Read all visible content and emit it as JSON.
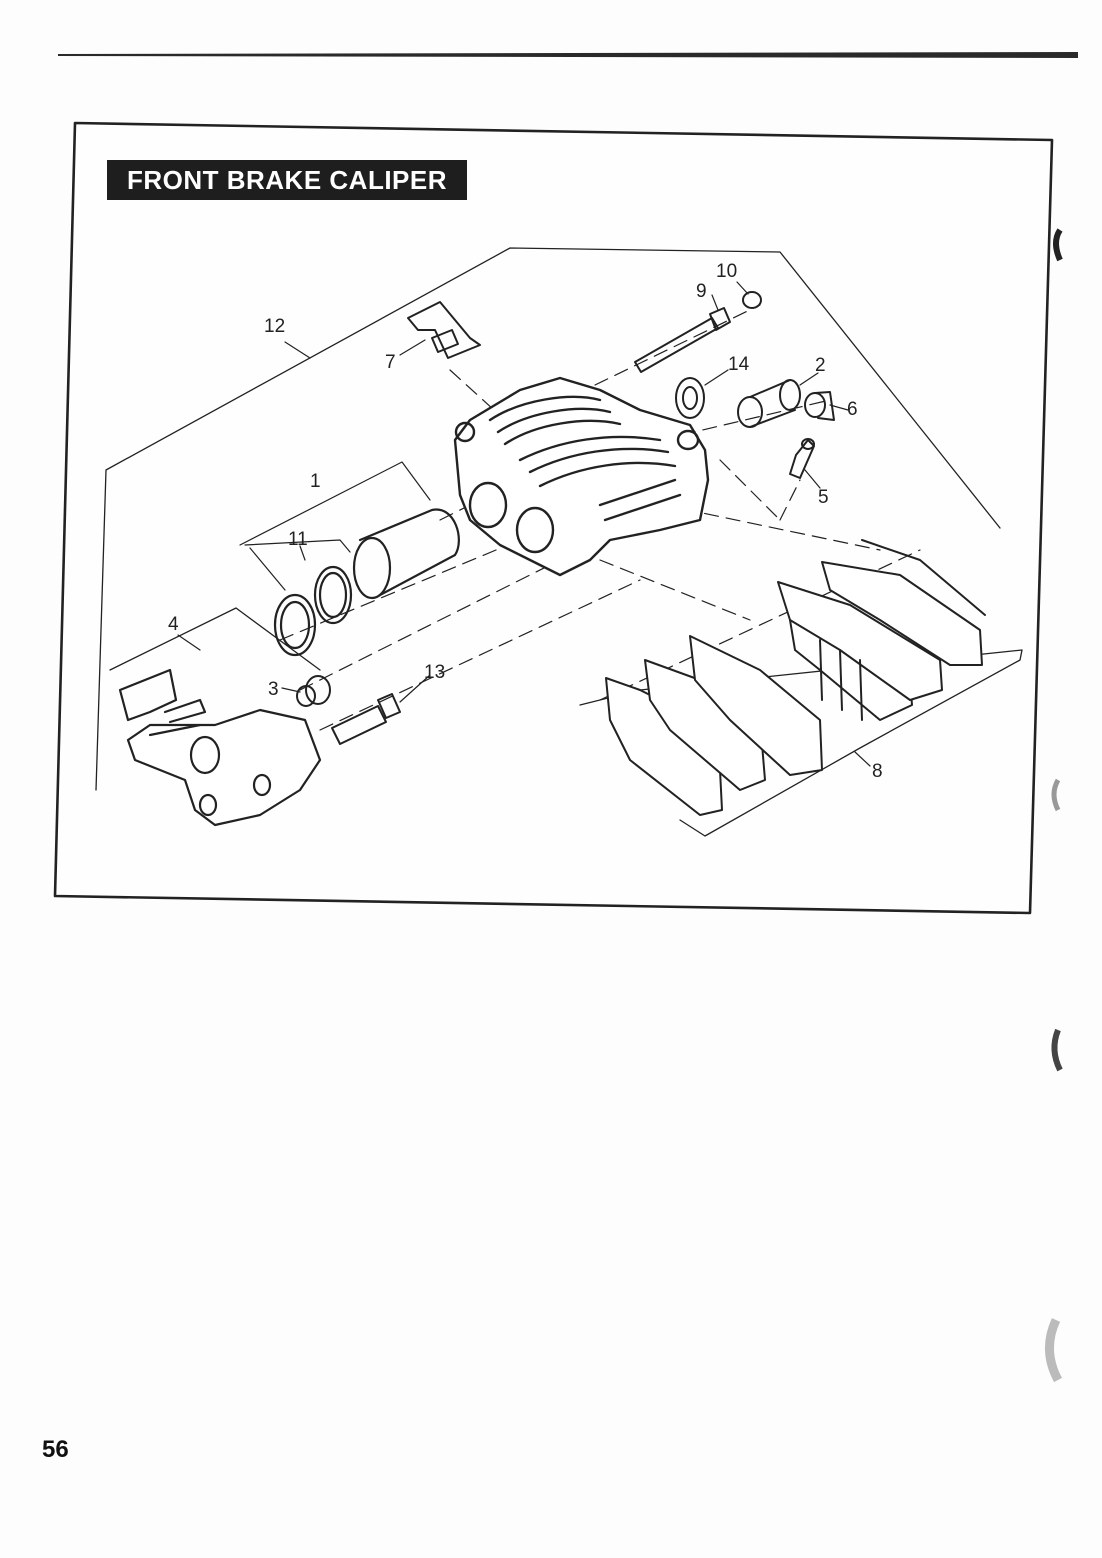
{
  "title": "FRONT BRAKE CALIPER",
  "page_number": "56",
  "callouts": [
    "1",
    "2",
    "3",
    "4",
    "5",
    "6",
    "7",
    "8",
    "9",
    "10",
    "11",
    "12",
    "13",
    "14"
  ]
}
